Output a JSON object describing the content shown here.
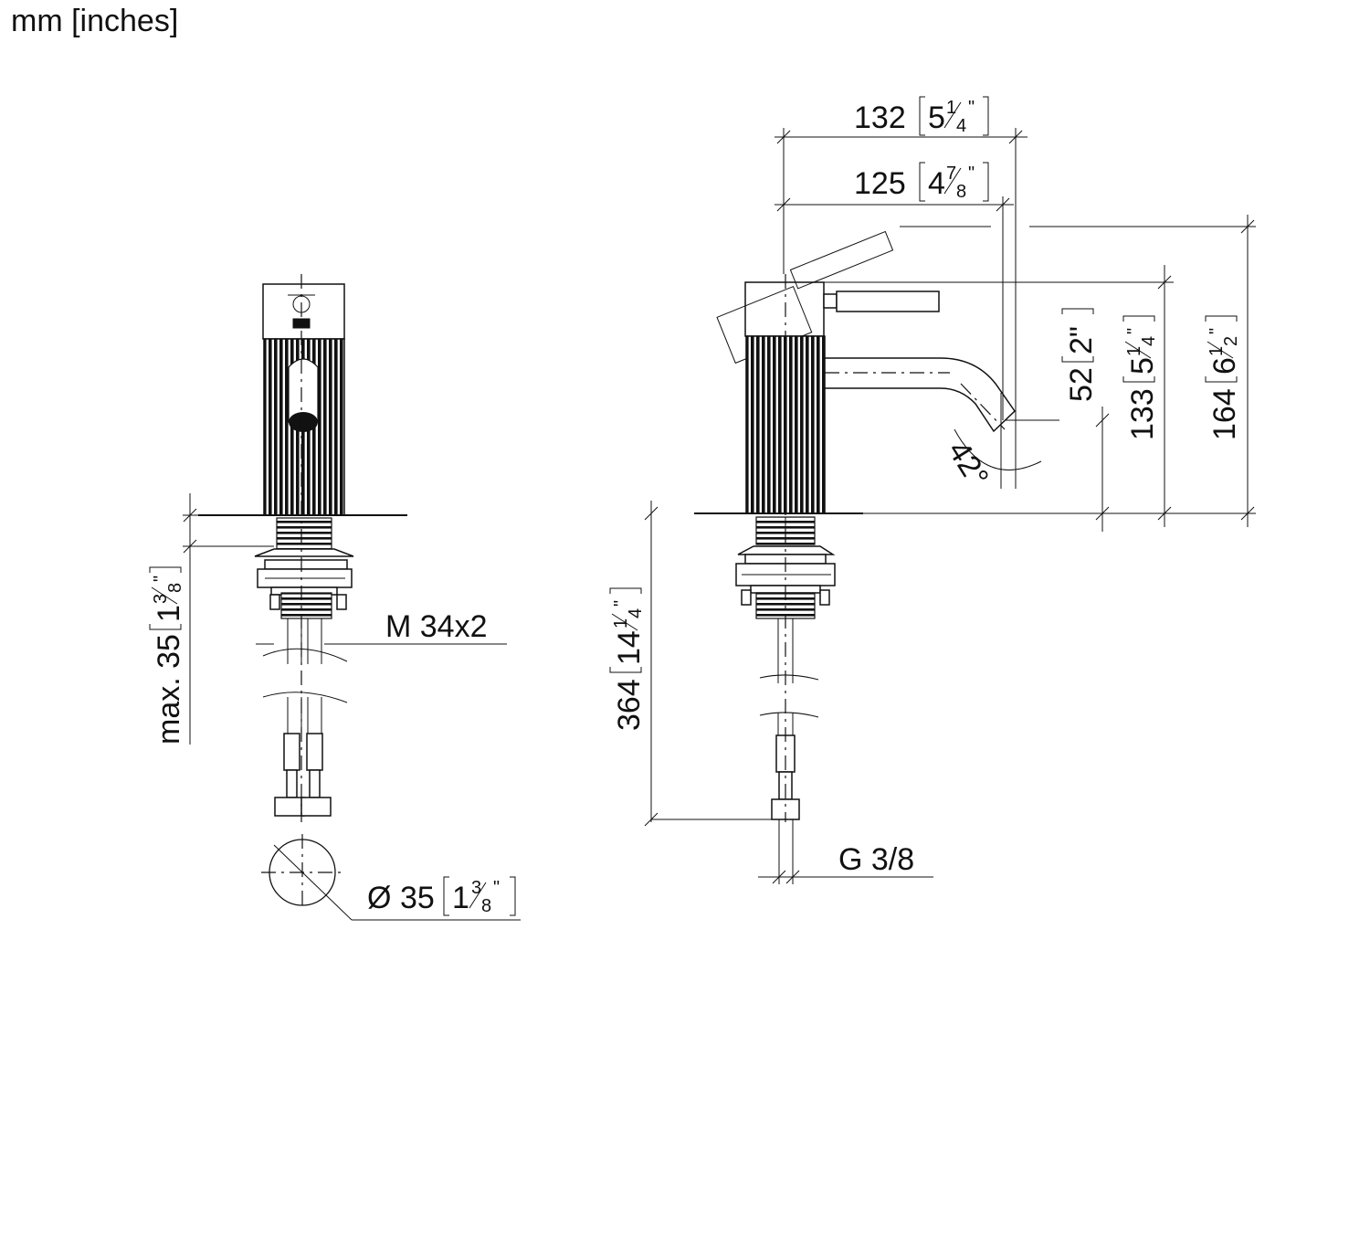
{
  "unit_label": "mm [inches]",
  "front_view": {
    "max_depth": {
      "mm": "max. 35",
      "inch_whole": "1",
      "inch_num": "3",
      "inch_den": "8",
      "inch_mark": "\""
    },
    "thread": "M 34x2",
    "diameter": {
      "symbol": "Ø",
      "mm": "35",
      "inch_whole": "1",
      "inch_num": "3",
      "inch_den": "8",
      "inch_mark": "\""
    }
  },
  "side_view": {
    "reach_total": {
      "mm": "132",
      "inch_whole": "5",
      "inch_num": "1",
      "inch_den": "4",
      "inch_mark": "\""
    },
    "reach_spout": {
      "mm": "125",
      "inch_whole": "4",
      "inch_num": "7",
      "inch_den": "8",
      "inch_mark": "\""
    },
    "spout_height": {
      "mm": "52",
      "inch": "2\""
    },
    "body_height": {
      "mm": "133",
      "inch_whole": "5",
      "inch_num": "1",
      "inch_den": "4",
      "inch_mark": "\""
    },
    "total_height": {
      "mm": "164",
      "inch_whole": "6",
      "inch_num": "1",
      "inch_den": "2",
      "inch_mark": "\""
    },
    "hose_length": {
      "mm": "364",
      "inch_whole": "14",
      "inch_num": "1",
      "inch_den": "4",
      "inch_mark": "\""
    },
    "spout_angle": "42°",
    "connection": "G 3/8"
  }
}
